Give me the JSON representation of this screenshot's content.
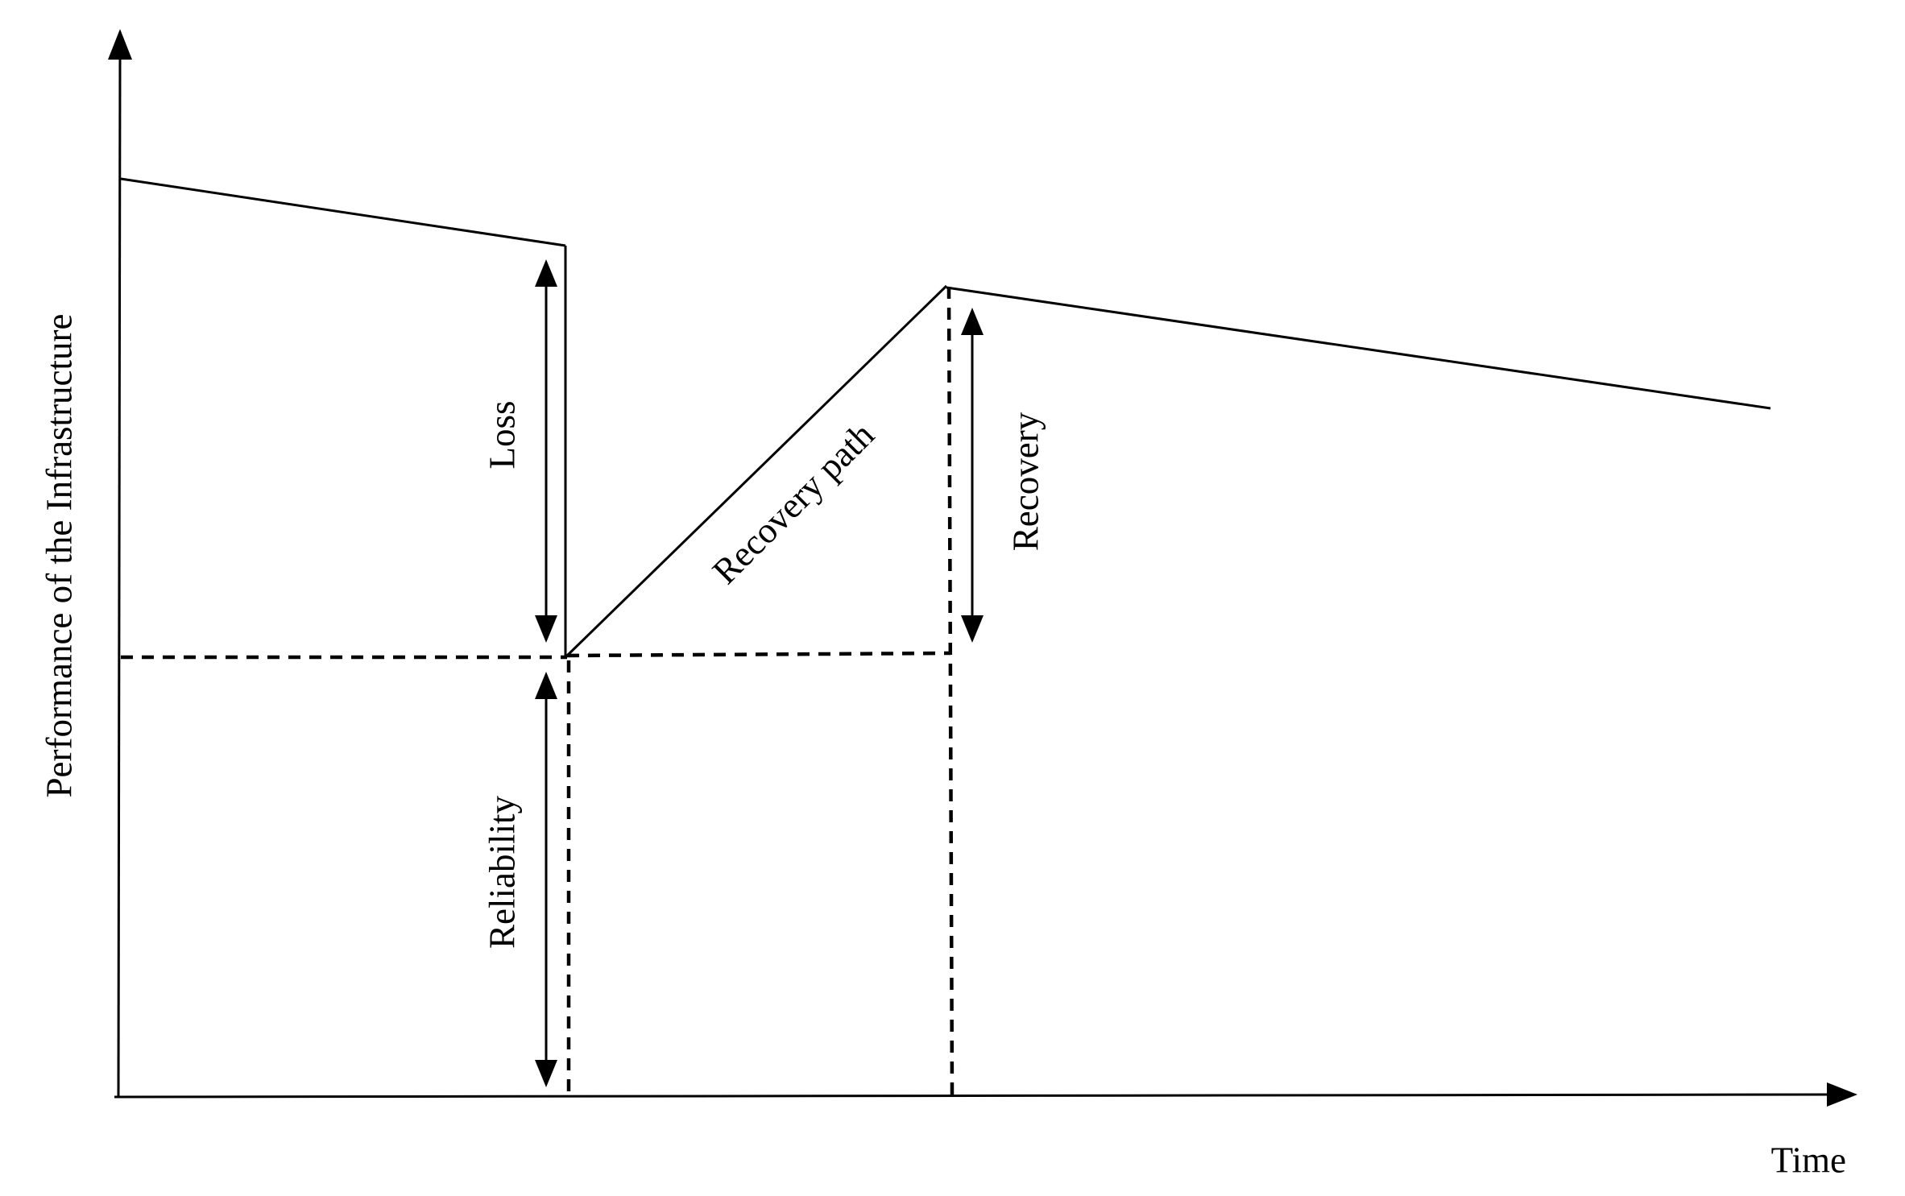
{
  "diagram": {
    "y_axis_label": "Performance of the Infrastructure",
    "x_axis_label": "Time",
    "labels": {
      "loss": "Loss",
      "reliability": "Reliability",
      "recovery_path": "Recovery path",
      "recovery": "Recovery"
    }
  }
}
